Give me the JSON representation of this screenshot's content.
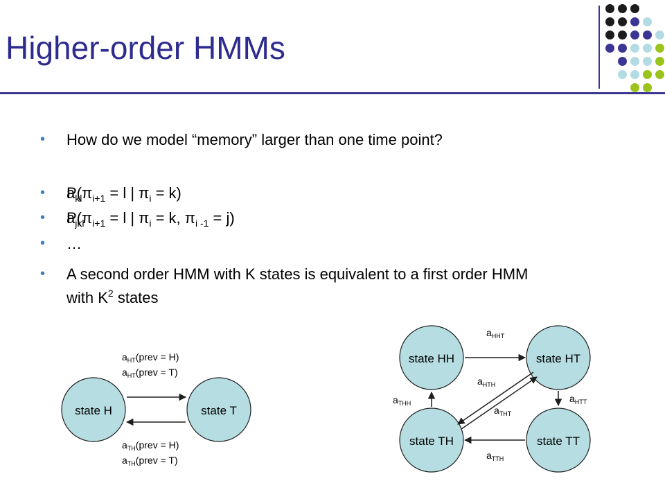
{
  "slide": {
    "title": "Higher-order HMMs",
    "colors": {
      "title": "#2e2b8f",
      "bullet": "#3a7fbf",
      "node_fill": "#b5dde2",
      "node_stroke": "#1e1e1e"
    }
  },
  "logo_dots": [
    "#1c1c1c",
    "#1c1c1c",
    "#1c1c1c",
    "#1c1c1c",
    "#1c1c1c",
    "#3b3693",
    "#b3dbe4",
    "#1c1c1c",
    "#1c1c1c",
    "#3b3693",
    "#3b3693",
    "#b3dbe4",
    "#3b3693",
    "#3b3693",
    "#b3dbe4",
    "#b3dbe4",
    "#9ac31c",
    "#3b3693",
    "#b3dbe4",
    "#b3dbe4",
    "#9ac31c",
    "#b3dbe4",
    "#b3dbe4",
    "#9ac31c",
    "#9ac31c",
    "#9ac31c",
    "#9ac31c"
  ],
  "bullets": {
    "b1": "How do we model “memory” larger than one time point?",
    "b2": {
      "p": "P(",
      "pi": "π",
      "s1": "i+1",
      "mid": " = l | ",
      "s2": "i",
      "end": " = k)",
      "a": "a",
      "asub": "kl"
    },
    "b3": {
      "p": "P(",
      "pi": "π",
      "s1": "i+1",
      "mid": " = l | ",
      "s2": "i",
      "mid2": " = k, ",
      "s3": "i -1",
      "end": " = j)",
      "a": "a",
      "asub": "jkl"
    },
    "b4": "…",
    "b5_line1": "A second order HMM with K states is equivalent to a first order HMM",
    "b5_pre": "with K",
    "b5_sup": "2",
    "b5_post": " states",
    "marker": "•"
  },
  "left_diagram": {
    "state_h": "state H",
    "state_t": "state T",
    "top_label_1": {
      "a": "a",
      "sub": "HT",
      "rest": "(prev = H)"
    },
    "top_label_2": {
      "a": "a",
      "sub": "HT",
      "rest": "(prev = T)"
    },
    "bottom_label_1": {
      "a": "a",
      "sub": "TH",
      "rest": "(prev = H)"
    },
    "bottom_label_2": {
      "a": "a",
      "sub": "TH",
      "rest": "(prev = T)"
    }
  },
  "right_diagram": {
    "state_hh": "state HH",
    "state_ht": "state HT",
    "state_th": "state TH",
    "state_tt": "state TT",
    "label_hht": {
      "a": "a",
      "sub": "HHT"
    },
    "label_hth": {
      "a": "a",
      "sub": "HTH"
    },
    "label_tht": {
      "a": "a",
      "sub": "THT"
    },
    "label_thh": {
      "a": "a",
      "sub": "THH"
    },
    "label_htt": {
      "a": "a",
      "sub": "HTT"
    },
    "label_tth": {
      "a": "a",
      "sub": "TTH"
    }
  }
}
